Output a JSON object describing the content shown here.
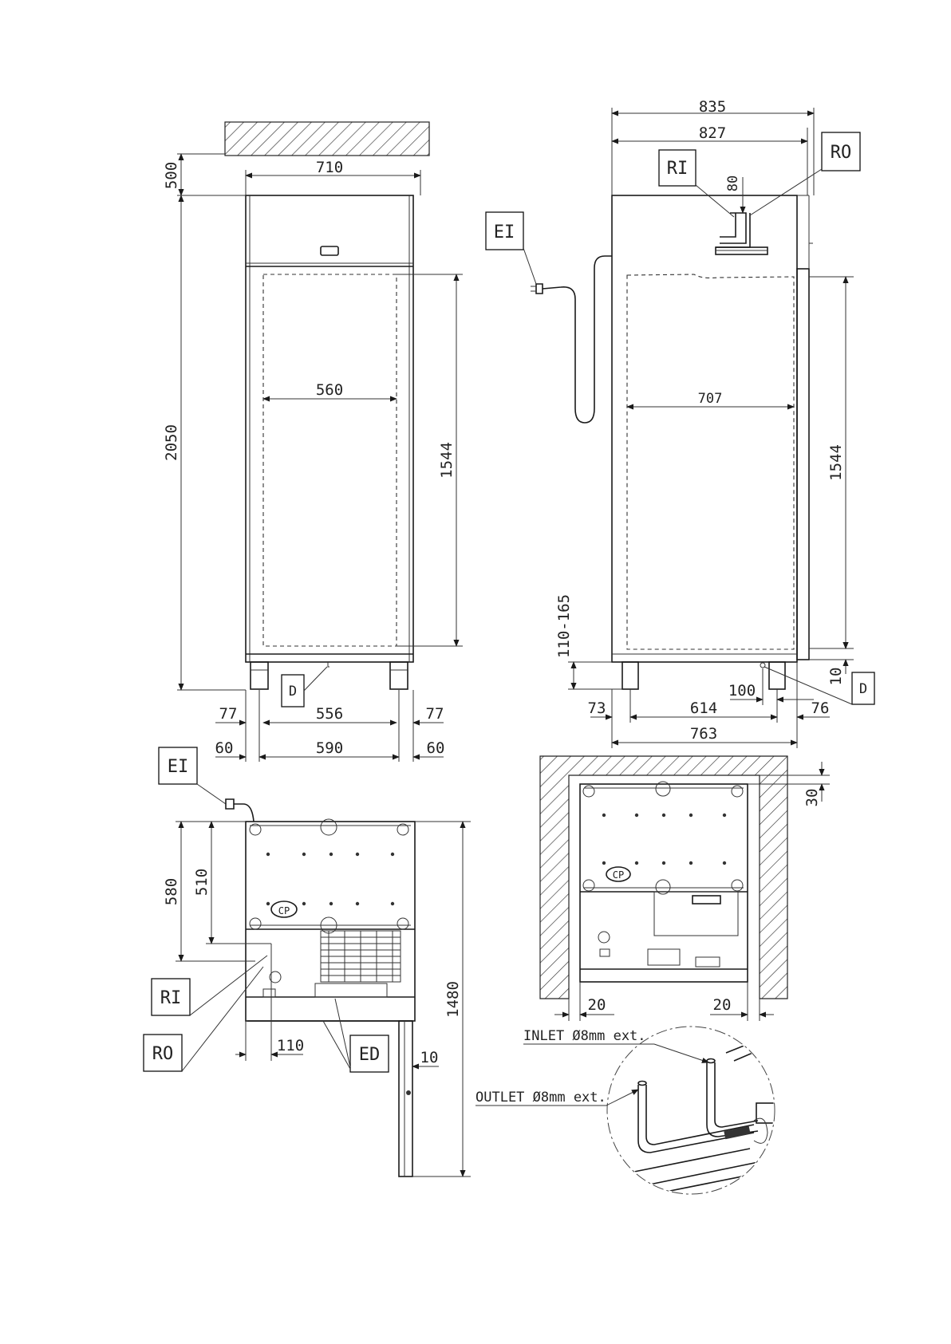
{
  "front_view": {
    "dims": {
      "wall_clearance": "500",
      "overall_width": "710",
      "overall_height": "2050",
      "inner_width": "560",
      "door_height": "1544",
      "left_foot_offset": "77",
      "feet_spacing": "556",
      "right_foot_offset": "77",
      "left_edge": "60",
      "base_width": "590",
      "right_edge": "60"
    },
    "labels": {
      "drain": "D"
    }
  },
  "side_view": {
    "dims": {
      "total_depth": "835",
      "body_depth": "827",
      "refrigerant_height": "80",
      "inner_depth": "707",
      "door_height": "1544",
      "leg_height": "110-165",
      "door_bottom_gap": "10",
      "drain_offset": "100",
      "rear_offset": "73",
      "feet_spacing": "614",
      "front_offset": "76",
      "base_depth": "763"
    },
    "labels": {
      "refrigerant_in": "RI",
      "refrigerant_out": "RO",
      "electric_in": "EI",
      "drain": "D"
    }
  },
  "top_view": {
    "dims": {
      "depth_outer": "580",
      "depth_inner": "510",
      "door_swing_depth": "1480",
      "pipe_offset": "110",
      "door_thickness": "10"
    },
    "labels": {
      "electric_in": "EI",
      "refrigerant_in": "RI",
      "refrigerant_out": "RO",
      "electric_drain": "ED",
      "cp": "CP"
    }
  },
  "installation_view": {
    "dims": {
      "top_clearance": "30",
      "left_clearance": "20",
      "right_clearance": "20"
    },
    "labels": {
      "cp": "CP"
    }
  },
  "detail_view": {
    "inlet_note": "INLET Ø8mm ext.",
    "outlet_note": "OUTLET Ø8mm ext."
  }
}
